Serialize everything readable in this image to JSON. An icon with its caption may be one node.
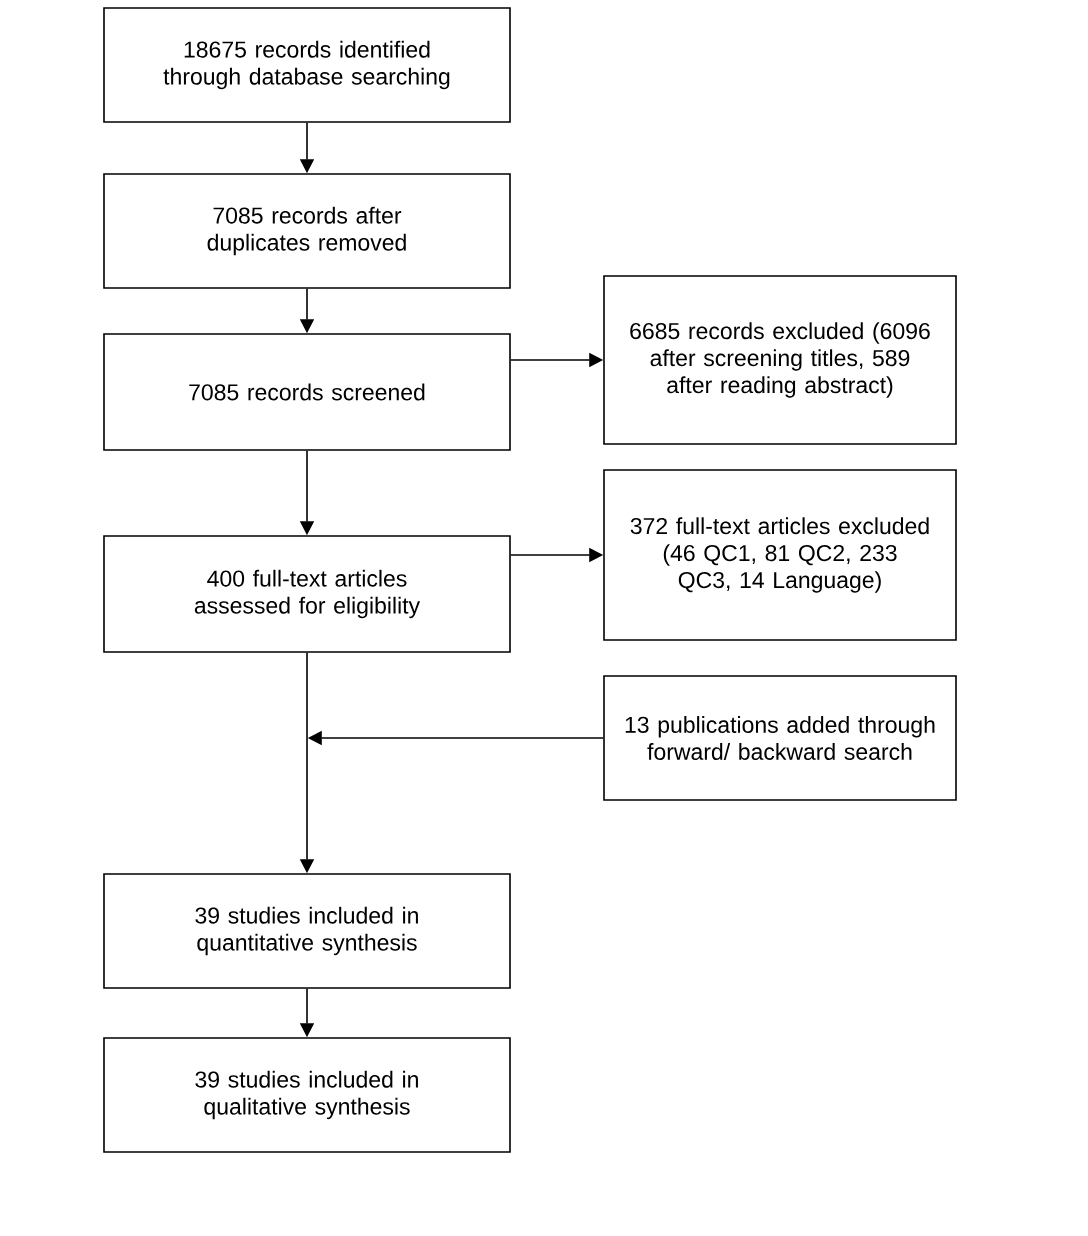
{
  "diagram": {
    "nodes": [
      {
        "text": [
          "18675 records identified through database searching"
        ]
      },
      {
        "text": [
          "7085 records after duplicates removed"
        ]
      },
      {
        "text": [
          "7085 records screened"
        ]
      },
      {
        "text": [
          "6685 records excluded (6096 after screening titles, 589 after reading abstract)"
        ]
      },
      {
        "text": [
          "400 full-text articles assessed for eligibility"
        ]
      },
      {
        "text": [
          "372 full-text articles excluded (46 QC1, 81 QC2, 233 QC3, 14 Language)"
        ]
      },
      {
        "text": [
          "13 publications added through forward/ backward search"
        ]
      },
      {
        "text": [
          "39 studies included in quantitative synthesis"
        ]
      },
      {
        "text": [
          "39 studies included in qualitative synthesis"
        ]
      }
    ],
    "edges": [
      {
        "from": 0,
        "to": 1,
        "arrow": "to"
      },
      {
        "from": 1,
        "to": 2,
        "arrow": "to"
      },
      {
        "from": 2,
        "to": 3,
        "arrow": "to"
      },
      {
        "from": 2,
        "to": 4,
        "arrow": "to"
      },
      {
        "from": 4,
        "to": 5,
        "arrow": "to"
      },
      {
        "from": 4,
        "to": 7,
        "arrow": "to"
      },
      {
        "from": 6,
        "to": null,
        "arrow": "to"
      },
      {
        "from": 7,
        "to": 8,
        "arrow": "to"
      }
    ]
  }
}
